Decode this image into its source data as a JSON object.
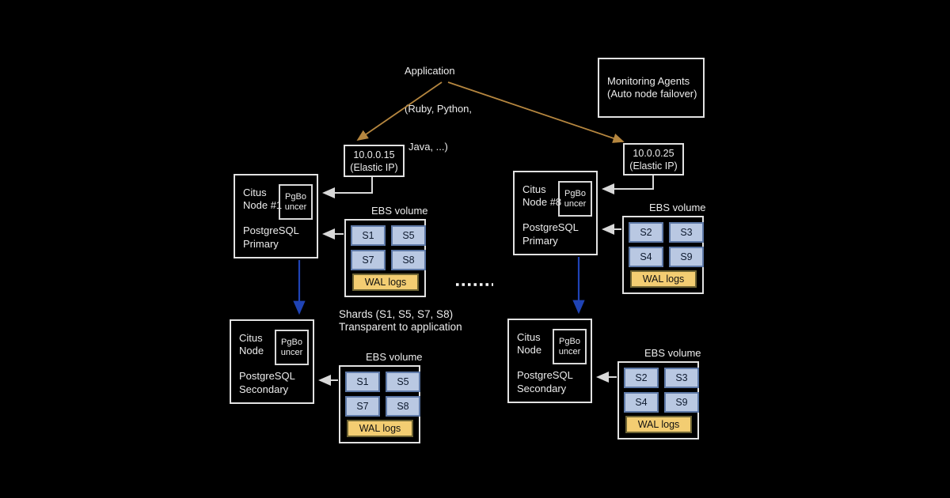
{
  "colors": {
    "background": "#000000",
    "box_border": "#e2e2e2",
    "text": "#ececec",
    "shard_fill": "#b9c8e2",
    "shard_border": "#5f7aa8",
    "shard_text": "#0e1a2e",
    "wal_fill": "#f3cd72",
    "wal_border": "#6e6434",
    "arrow_orange": "#b5863f",
    "arrow_blue": "#1f43b5",
    "connector_white": "#d9d9d9"
  },
  "application": {
    "lines": [
      "Application",
      "(Ruby, Python,",
      "Java, ...)"
    ]
  },
  "monitoring_agents": {
    "lines": [
      "Monitoring Agents",
      "(Auto node failover)"
    ]
  },
  "elastic_ips": [
    {
      "ip": "10.0.0.15",
      "label": "(Elastic IP)"
    },
    {
      "ip": "10.0.0.25",
      "label": "(Elastic IP)"
    }
  ],
  "nodes": [
    {
      "id": "primary-left",
      "name_lines": [
        "Citus",
        "Node #1"
      ],
      "pgbouncer_lines": [
        "PgBo",
        "uncer"
      ],
      "role_lines": [
        "PostgreSQL",
        "Primary"
      ]
    },
    {
      "id": "primary-right",
      "name_lines": [
        "Citus",
        "Node #8"
      ],
      "pgbouncer_lines": [
        "PgBo",
        "uncer"
      ],
      "role_lines": [
        "PostgreSQL",
        "Primary"
      ]
    },
    {
      "id": "secondary-left",
      "name_lines": [
        "Citus",
        "Node"
      ],
      "pgbouncer_lines": [
        "PgBo",
        "uncer"
      ],
      "role_lines": [
        "PostgreSQL",
        "Secondary"
      ]
    },
    {
      "id": "secondary-right",
      "name_lines": [
        "Citus",
        "Node"
      ],
      "pgbouncer_lines": [
        "PgBo",
        "uncer"
      ],
      "role_lines": [
        "PostgreSQL",
        "Secondary"
      ]
    }
  ],
  "ebs_volumes": [
    {
      "id": "primary-left",
      "label": "EBS volume",
      "shards": [
        "S1",
        "S5",
        "S7",
        "S8"
      ],
      "wal_label": "WAL logs"
    },
    {
      "id": "primary-right",
      "label": "EBS volume",
      "shards": [
        "S2",
        "S3",
        "S4",
        "S9"
      ],
      "wal_label": "WAL logs"
    },
    {
      "id": "secondary-left",
      "label": "EBS volume",
      "shards": [
        "S1",
        "S5",
        "S7",
        "S8"
      ],
      "wal_label": "WAL logs"
    },
    {
      "id": "secondary-right",
      "label": "EBS volume",
      "shards": [
        "S2",
        "S3",
        "S4",
        "S9"
      ],
      "wal_label": "WAL logs"
    }
  ],
  "shards_note": {
    "lines": [
      "Shards (S1, S5, S7, S8)",
      "Transparent to application"
    ]
  }
}
